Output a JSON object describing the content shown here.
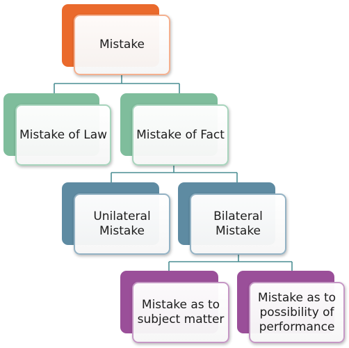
{
  "colors": {
    "connector": "#4a8e93",
    "orange": "#ea6a2c",
    "orange_border": "#f4b08f",
    "green": "#7fbd9c",
    "green_border": "#a7d4bc",
    "blue": "#5e8ba2",
    "blue_border": "#93b2c4",
    "purple": "#9a4f99",
    "purple_border": "#c597c5"
  },
  "diagram": {
    "root": {
      "label": "Mistake",
      "color": "orange"
    },
    "level1": [
      {
        "label": "Mistake of Law",
        "color": "green"
      },
      {
        "label": "Mistake of Fact",
        "color": "green"
      }
    ],
    "level2": [
      {
        "label": "Unilateral Mistake",
        "color": "blue"
      },
      {
        "label": "Bilateral Mistake",
        "color": "blue"
      }
    ],
    "level3": [
      {
        "label": "Mistake as to subject matter",
        "color": "purple"
      },
      {
        "label": "Mistake as to possibility of performance",
        "color": "purple"
      }
    ]
  }
}
